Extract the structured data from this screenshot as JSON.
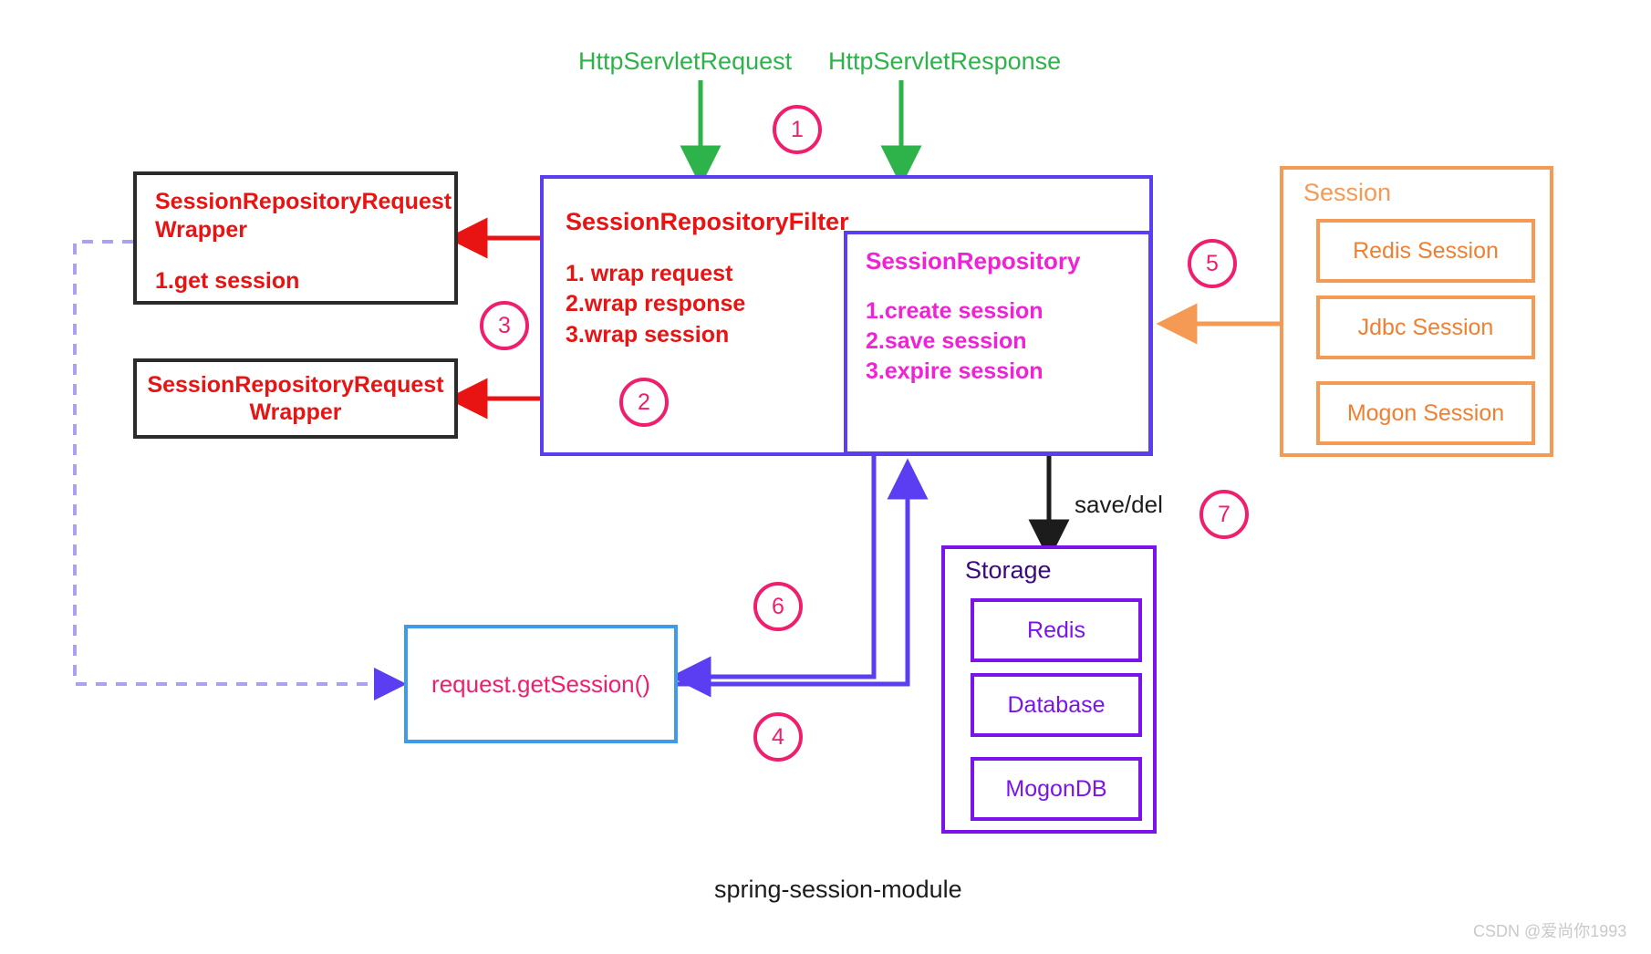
{
  "diagram": {
    "caption": "spring-session-module",
    "watermark": "CSDN @爱尚你1993",
    "colors": {
      "green_label": "#2eb34a",
      "red_text": "#e81414",
      "magenta_text": "#ef22d6",
      "orange": "#f59a54",
      "purple": "#7a14e8",
      "blue_border": "#3d9be9",
      "filter_border": "#5b3df2",
      "pink_step": "#ef1f6e"
    }
  },
  "top_labels": {
    "request": "HttpServletRequest",
    "response": "HttpServletResponse"
  },
  "wrapper_boxes": [
    {
      "title_line1": "SessionRepositoryRequest",
      "title_line2": "Wrapper",
      "note": "1.get session"
    },
    {
      "title_line1": "SessionRepositoryRequest",
      "title_line2": "Wrapper"
    }
  ],
  "filter": {
    "title": "SessionRepositoryFilter",
    "steps": [
      "1. wrap request",
      "2.wrap response",
      "3.wrap session"
    ]
  },
  "repository": {
    "title": "SessionRepository",
    "steps": [
      "1.create session",
      "2.save session",
      "3.expire session"
    ]
  },
  "session_group": {
    "title": "Session",
    "items": [
      "Redis Session",
      "Jdbc Session",
      "Mogon Session"
    ]
  },
  "storage_group": {
    "title": "Storage",
    "items": [
      "Redis",
      "Database",
      "MogonDB"
    ]
  },
  "get_session": {
    "label": "request.getSession()"
  },
  "edge_labels": {
    "save_del": "save/del"
  },
  "steps": [
    "1",
    "2",
    "3",
    "4",
    "5",
    "6",
    "7"
  ]
}
